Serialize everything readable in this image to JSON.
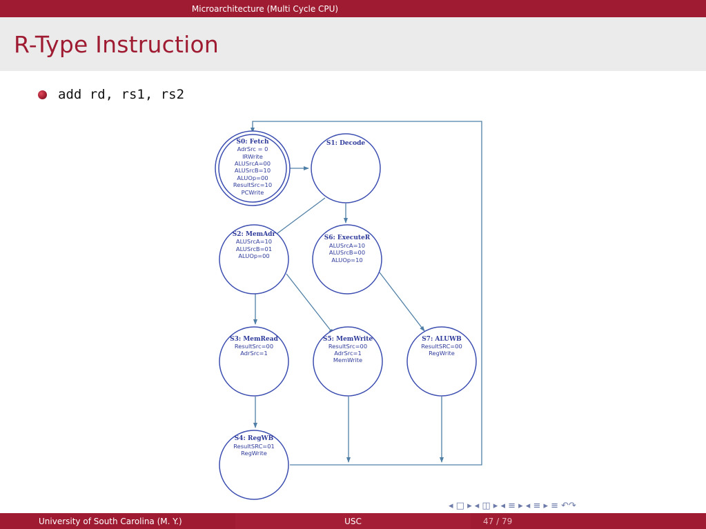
{
  "header": {
    "section": "Microarchitecture (Multi Cycle CPU)"
  },
  "slide": {
    "title": "R-Type Instruction",
    "bullet": "add rd, rs1, rs2"
  },
  "diagram": {
    "states": {
      "s0": {
        "name": "S0: Fetch",
        "lines": [
          "AdrSrc = 0",
          "IRWrite",
          "ALUSrcA=00",
          "ALUSrcB=10",
          "ALUOp=00",
          "ResultSrc=10",
          "PCWrite"
        ]
      },
      "s1": {
        "name": "S1: Decode",
        "lines": []
      },
      "s2": {
        "name": "S2: MemAdr",
        "lines": [
          "ALUSrcA=10",
          "ALUSrcB=01",
          "ALUOp=00"
        ]
      },
      "s6": {
        "name": "S6: ExecuteR",
        "lines": [
          "ALUSrcA=10",
          "ALUSrcB=00",
          "ALUOp=10"
        ]
      },
      "s3": {
        "name": "S3: MemRead",
        "lines": [
          "ResultSrc=00",
          "AdrSrc=1"
        ]
      },
      "s5": {
        "name": "S5: MemWrite",
        "lines": [
          "ResultSrc=00",
          "AdrSrc=1",
          "MemWrite"
        ]
      },
      "s7": {
        "name": "S7: ALUWB",
        "lines": [
          "ResultSRC=00",
          "RegWrite"
        ]
      },
      "s4": {
        "name": "S4: RegWB",
        "lines": [
          "ResultSRC=01",
          "RegWrite"
        ]
      }
    },
    "colors": {
      "circle": "#3b4db0",
      "arrow": "#4f7fa6",
      "text": "#2d3a9a"
    }
  },
  "nav": {
    "glyphs": "◂ □ ▸ ◂ ◫ ▸ ◂ ≡ ▸ ◂ ≡ ▸ ≡ ↶↷"
  },
  "footer": {
    "left": "University of South Carolina  (M. Y.)",
    "center": "USC",
    "page": "47 / 79"
  }
}
